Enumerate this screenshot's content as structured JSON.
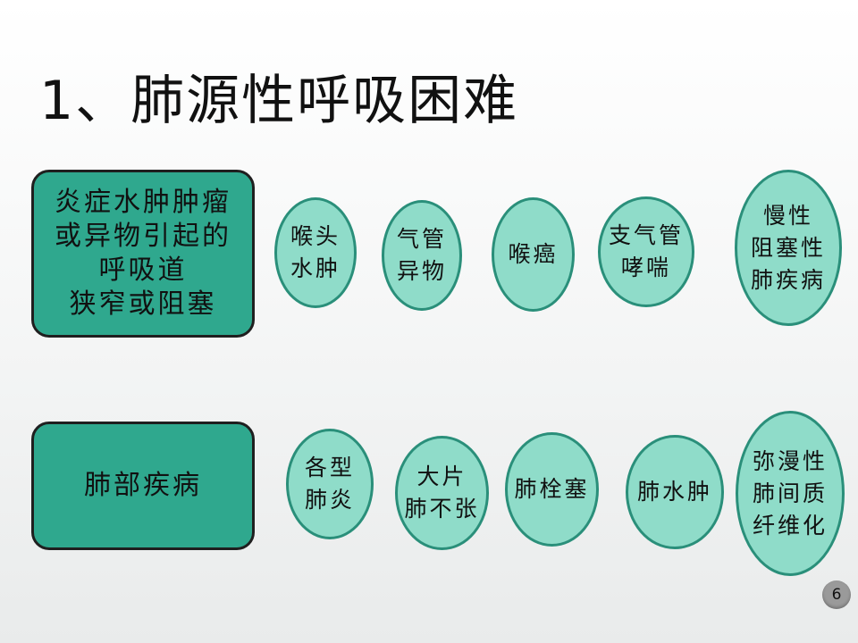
{
  "slide": {
    "title": "1、肺源性呼吸困难",
    "page_number": "6"
  },
  "groups": [
    {
      "cause": "炎症水肿肿瘤\n或异物引起的\n呼吸道\n狭窄或阻塞",
      "items": [
        "喉头\n水肿",
        "气管\n异物",
        "喉癌",
        "支气管\n哮喘",
        "慢性\n阻塞性\n肺疾病"
      ]
    },
    {
      "cause": "肺部疾病",
      "items": [
        "各型\n肺炎",
        "大片\n肺不张",
        "肺栓塞",
        "肺水肿",
        "弥漫性\n肺间质\n纤维化"
      ]
    }
  ],
  "colors": {
    "cause_fill": "#2fa88e",
    "oval_fill": "#8fdcc9",
    "oval_border": "#2a8f7a"
  }
}
